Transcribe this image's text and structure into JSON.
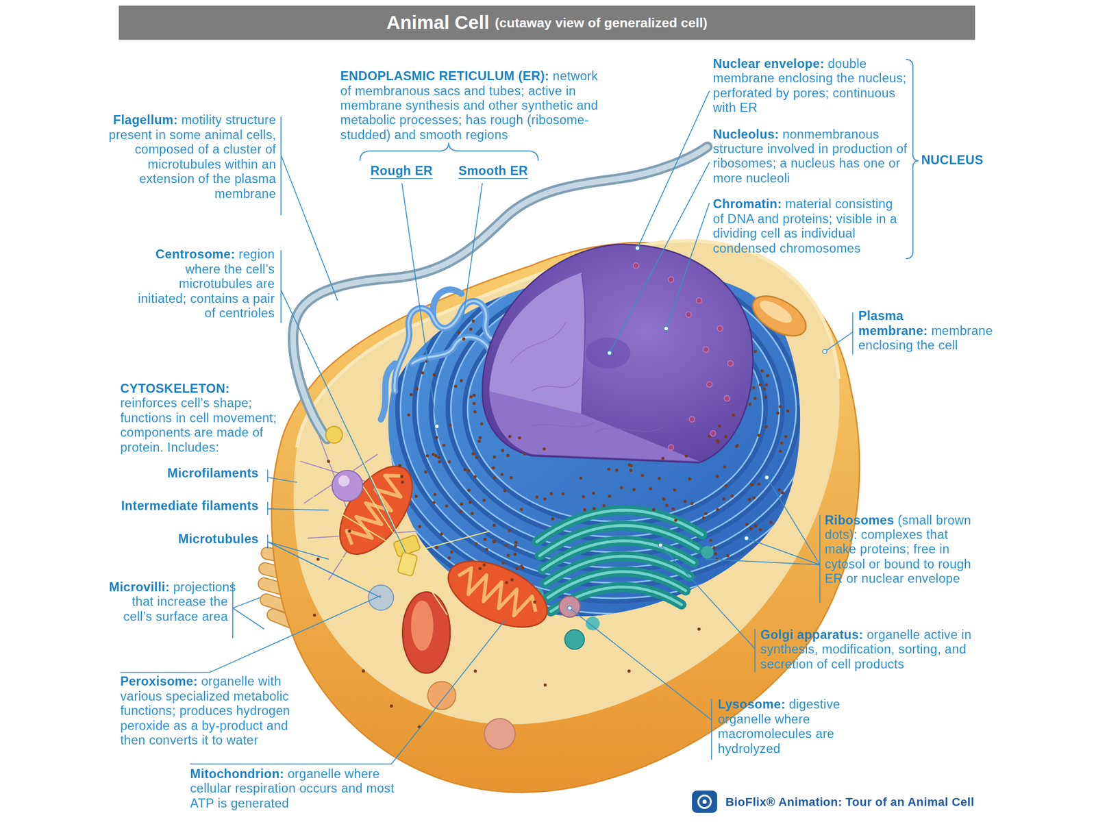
{
  "diagram": {
    "title": "Animal Cell",
    "labels": [
      "(cutaway view of generalized cell)",
      "ENDOPLASMIC RETICULUM (ER):",
      "network of membranous sacs and tubes; active in membrane synthesis and other synthetic and metabolic processes; has rough (ribosome-studded) and smooth regions",
      "Rough ER",
      "Smooth ER",
      "Nuclear envelope:",
      "double membrane enclosing the nucleus; perforated by pores; continuous with ER",
      "Nucleolus:",
      "nonmembranous structure involved in production of ribosomes; a nucleus has one or more nucleoli",
      "Chromatin:",
      "material consisting of DNA and proteins; visible in a dividing cell as individual condensed chromosomes",
      "NUCLEUS",
      "Flagellum:",
      "motility structure present in some animal cells, composed of a cluster of microtubules within an extension of the plasma membrane",
      "Centrosome:",
      "region where the cell’s microtubules are initiated; contains a pair of centrioles",
      "Plasma membrane:",
      "membrane enclosing the cell",
      "CYTOSKELETON:",
      "reinforces cell’s shape; functions in cell movement; components are made of protein. Includes:",
      "Microfilaments",
      "Intermediate filaments",
      "Microtubules",
      "Ribosomes",
      "(small brown dots): complexes that make proteins; free in cytosol or bound to rough ER or nuclear envelope",
      "Microvilli:",
      "projections that increase the cell’s surface area",
      "Golgi apparatus:",
      "organelle active in synthesis, modification, sorting, and secretion of cell products",
      "Peroxisome:",
      "organelle with various specialized metabolic functions; produces hydrogen peroxide as a by-product and then converts it to water",
      "Lysosome:",
      "digestive organelle where macromolecules are hydrolyzed",
      "Mitochondrion:",
      "organelle where cellular respiration occurs and most ATP is generated",
      "BioFlix® Animation: Tour of an Animal Cell"
    ]
  }
}
